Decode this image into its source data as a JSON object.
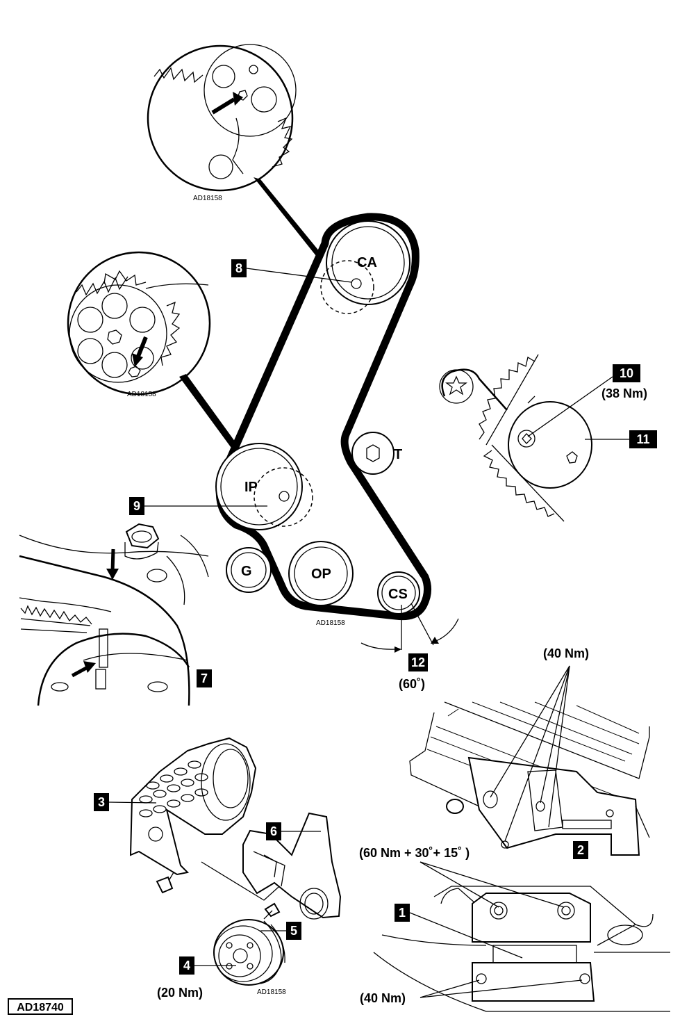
{
  "figure_code": "AD18740",
  "detail_code": "AD18158",
  "pulleys": {
    "camshaft": "CA",
    "injection_pump": "IP",
    "tensioner": "T",
    "guide": "G",
    "oil_pump": "OP",
    "crankshaft": "CS"
  },
  "callouts": {
    "c1": "1",
    "c2": "2",
    "c3": "3",
    "c4": "4",
    "c5": "5",
    "c6": "6",
    "c7": "7",
    "c8": "8",
    "c9": "9",
    "c10": "10",
    "c11": "11",
    "c12": "12"
  },
  "torques": {
    "tensioner_bolt": "(38 Nm)",
    "engine_mount_top": "(40 Nm)",
    "mount_bolts": "(60 Nm + 30˚+ 15˚ )",
    "mount_bottom": "(40 Nm)",
    "crank_pulley": "(20 Nm)",
    "crank_angle": "(60˚)"
  }
}
